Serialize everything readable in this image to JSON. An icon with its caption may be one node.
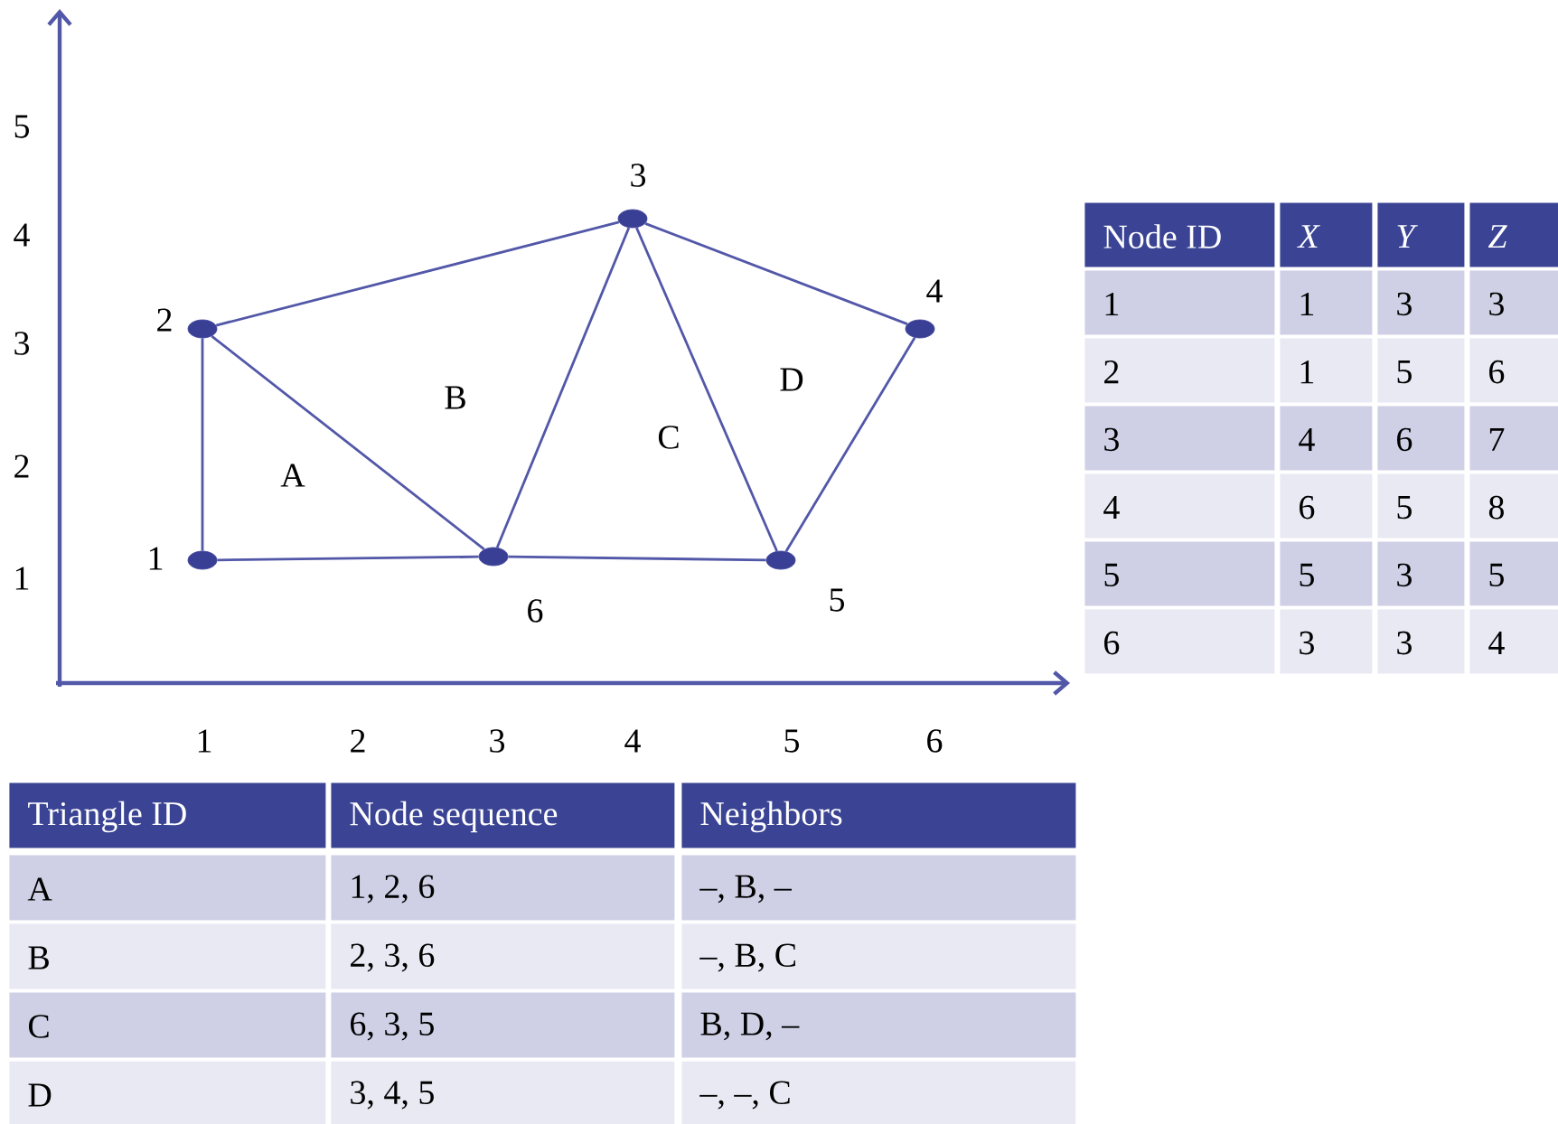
{
  "diagram": {
    "nodes": [
      {
        "text": [],
        "shape": "circle",
        "beside": [
          "1"
        ]
      },
      {
        "text": [],
        "shape": "circle",
        "beside": [
          "2"
        ]
      },
      {
        "text": [],
        "shape": "circle",
        "beside": [
          "3"
        ]
      },
      {
        "text": [],
        "shape": "circle",
        "beside": [
          "4"
        ]
      },
      {
        "text": [],
        "shape": "circle",
        "beside": [
          "5"
        ]
      },
      {
        "text": [],
        "shape": "circle",
        "beside": [
          "6"
        ]
      }
    ],
    "edges": [
      {
        "from": 0,
        "to": 1,
        "arrow": "none"
      },
      {
        "from": 1,
        "to": 2,
        "arrow": "none"
      },
      {
        "from": 1,
        "to": 5,
        "arrow": "none"
      },
      {
        "from": 0,
        "to": 5,
        "arrow": "none"
      },
      {
        "from": 5,
        "to": 2,
        "arrow": "none"
      },
      {
        "from": 2,
        "to": 4,
        "arrow": "none"
      },
      {
        "from": 5,
        "to": 4,
        "arrow": "none"
      },
      {
        "from": 2,
        "to": 3,
        "arrow": "none"
      },
      {
        "from": 3,
        "to": 4,
        "arrow": "none"
      }
    ],
    "labels": [
      "5",
      "4",
      "3",
      "2",
      "1",
      "A",
      "B",
      "C",
      "D",
      "1",
      "2",
      "3",
      "4",
      "5",
      "6",
      "Node ID",
      "X",
      "Y",
      "Z",
      "1",
      "1",
      "3",
      "3",
      "2",
      "1",
      "5",
      "6",
      "3",
      "4",
      "6",
      "7",
      "4",
      "6",
      "5",
      "8",
      "5",
      "5",
      "3",
      "5",
      "6",
      "3",
      "3",
      "4",
      "Triangle ID",
      "Node sequence",
      "Neighbors",
      "A",
      "1, 2, 6",
      "–, B, –",
      "B",
      "2, 3, 6",
      "–, B, C",
      "C",
      "6, 3, 5",
      "B, D, –",
      "D",
      "3, 4, 5",
      "–, –, C"
    ]
  }
}
